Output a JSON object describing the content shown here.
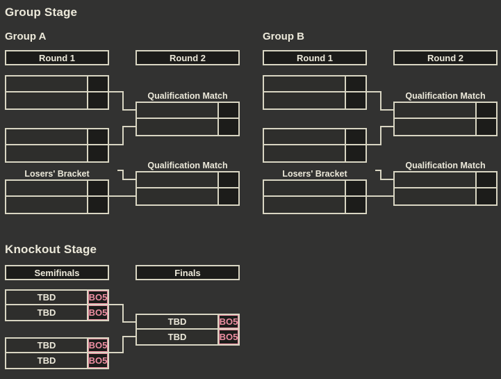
{
  "colors": {
    "background": "#323231",
    "panel": "#2e2e2c",
    "cell_dark": "#1c1c1a",
    "line": "#d9d6c3",
    "text": "#ece9da",
    "accent_pink": "#ee8fa2"
  },
  "group_stage": {
    "title": "Group Stage",
    "groups": [
      {
        "name": "Group A",
        "round_1_label": "Round 1",
        "round_2_label": "Round 2",
        "qualification_match_1_label": "Qualification Match",
        "qualification_match_2_label": "Qualification Match",
        "losers_bracket_label": "Losers' Bracket"
      },
      {
        "name": "Group B",
        "round_1_label": "Round 1",
        "round_2_label": "Round 2",
        "qualification_match_1_label": "Qualification Match",
        "qualification_match_2_label": "Qualification Match",
        "losers_bracket_label": "Losers' Bracket"
      }
    ]
  },
  "knockout_stage": {
    "title": "Knockout Stage",
    "semifinals_label": "Semifinals",
    "finals_label": "Finals",
    "semifinal_1": {
      "slots": [
        {
          "team": "TBD",
          "format": "BO5"
        },
        {
          "team": "TBD",
          "format": "BO5"
        }
      ]
    },
    "semifinal_2": {
      "slots": [
        {
          "team": "TBD",
          "format": "BO5"
        },
        {
          "team": "TBD",
          "format": "BO5"
        }
      ]
    },
    "final": {
      "slots": [
        {
          "team": "TBD",
          "format": "BO5"
        },
        {
          "team": "TBD",
          "format": "BO5"
        }
      ]
    }
  }
}
